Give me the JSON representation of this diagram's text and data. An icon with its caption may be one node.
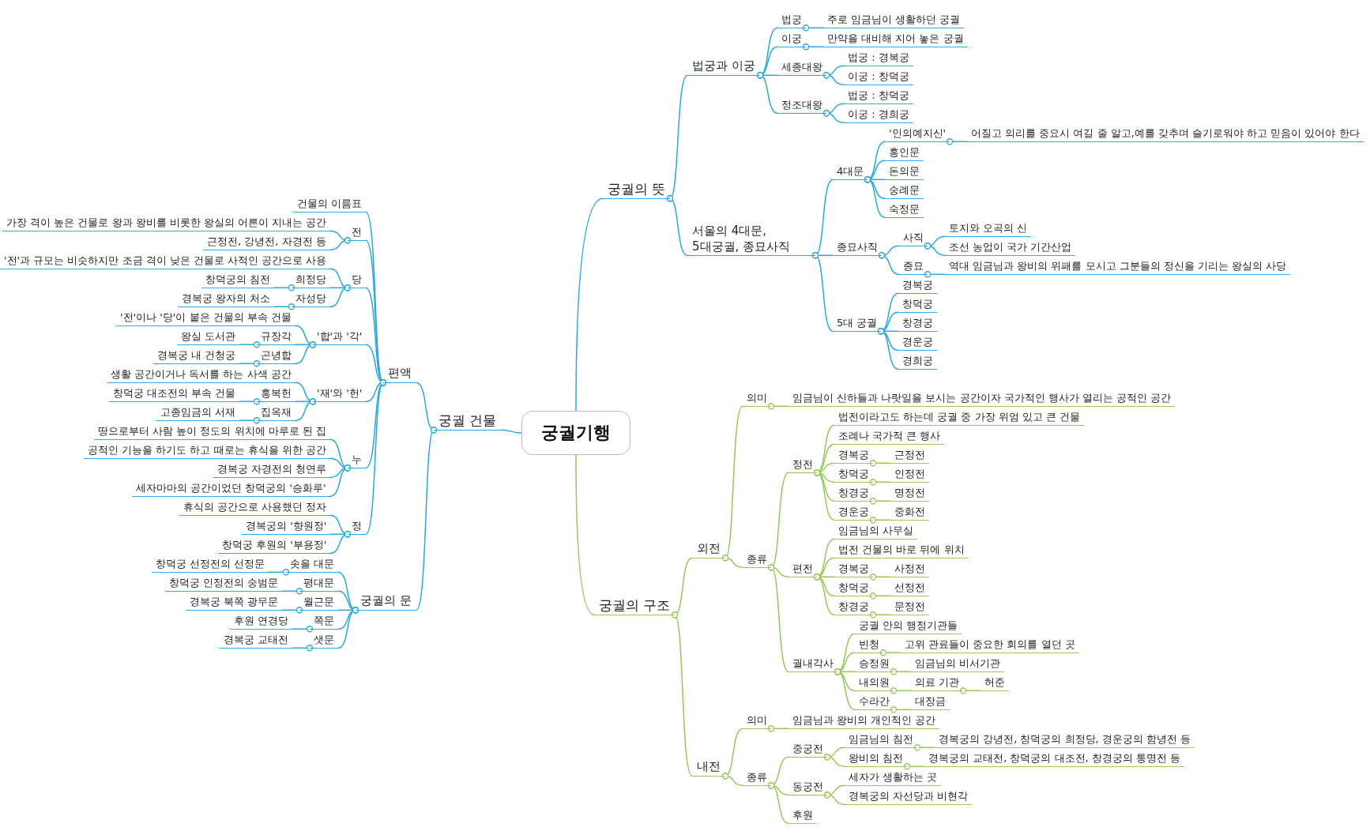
{
  "diagram": {
    "nodes": [
      {
        "text": [
          "궁궐기행"
        ]
      },
      {
        "text": [
          "궁궐의 뜻"
        ]
      },
      {
        "text": [
          "법궁과 이궁"
        ]
      },
      {
        "text": [
          "법궁"
        ]
      },
      {
        "text": [
          "주로 임금님이 생활하던 궁궐"
        ]
      },
      {
        "text": [
          "이궁"
        ]
      },
      {
        "text": [
          "만약을 대비해 지어 놓은 궁궐"
        ]
      },
      {
        "text": [
          "세종대왕"
        ]
      },
      {
        "text": [
          "법궁 : 경복궁"
        ]
      },
      {
        "text": [
          "이궁 : 창덕궁"
        ]
      },
      {
        "text": [
          "정조대왕"
        ]
      },
      {
        "text": [
          "법궁 : 창덕궁"
        ]
      },
      {
        "text": [
          "이궁 : 경희궁"
        ]
      },
      {
        "text": [
          "서울의 4대문, 5대궁궐, 종묘사직"
        ]
      },
      {
        "text": [
          "4대문"
        ]
      },
      {
        "text": [
          "'인의예지신'"
        ]
      },
      {
        "text": [
          "어질고 의리를 중요시 여길 줄 알고,예를 갖추며 슬기로워야 하고 믿음이 있어야 한다"
        ]
      },
      {
        "text": [
          "흥인문"
        ]
      },
      {
        "text": [
          "돈의문"
        ]
      },
      {
        "text": [
          "숭례문"
        ]
      },
      {
        "text": [
          "숙정문"
        ]
      },
      {
        "text": [
          "종묘사직"
        ]
      },
      {
        "text": [
          "사직"
        ]
      },
      {
        "text": [
          "토지와 오곡의 신"
        ]
      },
      {
        "text": [
          "조선 농업이 국가 기간산업"
        ]
      },
      {
        "text": [
          "종묘"
        ]
      },
      {
        "text": [
          "역대 임금님과 왕비의 위패를 모시고 그분들의 정신을 기리는 왕실의 사당"
        ]
      },
      {
        "text": [
          "5대 궁궐"
        ]
      },
      {
        "text": [
          "경복궁"
        ]
      },
      {
        "text": [
          "창덕궁"
        ]
      },
      {
        "text": [
          "창경궁"
        ]
      },
      {
        "text": [
          "경운궁"
        ]
      },
      {
        "text": [
          "경희궁"
        ]
      },
      {
        "text": [
          "궁궐의 구조"
        ]
      },
      {
        "text": [
          "외전"
        ]
      },
      {
        "text": [
          "의미"
        ]
      },
      {
        "text": [
          "임금님이 신하들과 나랏일을 보시는 공간이자 국가적인 행사가 열리는 공적인 공간"
        ]
      },
      {
        "text": [
          "종류"
        ]
      },
      {
        "text": [
          "정전"
        ]
      },
      {
        "text": [
          "법전이라고도 하는데 궁궐 중 가장 위엄 있고 큰 건물"
        ]
      },
      {
        "text": [
          "조례나 국가적 큰 행사"
        ]
      },
      {
        "text": [
          "경복궁"
        ]
      },
      {
        "text": [
          "근정전"
        ]
      },
      {
        "text": [
          "창덕궁"
        ]
      },
      {
        "text": [
          "인정전"
        ]
      },
      {
        "text": [
          "창경궁"
        ]
      },
      {
        "text": [
          "명정전"
        ]
      },
      {
        "text": [
          "경운궁"
        ]
      },
      {
        "text": [
          "중화전"
        ]
      },
      {
        "text": [
          "편전"
        ]
      },
      {
        "text": [
          "임금님의 사무실"
        ]
      },
      {
        "text": [
          "법전 건물의 바로 뒤에 위치"
        ]
      },
      {
        "text": [
          "경복궁"
        ]
      },
      {
        "text": [
          "사정전"
        ]
      },
      {
        "text": [
          "창덕궁"
        ]
      },
      {
        "text": [
          "선정전"
        ]
      },
      {
        "text": [
          "창경궁"
        ]
      },
      {
        "text": [
          "문정전"
        ]
      },
      {
        "text": [
          "궐내각사"
        ]
      },
      {
        "text": [
          "궁궐 안의 행정기관들"
        ]
      },
      {
        "text": [
          "빈청"
        ]
      },
      {
        "text": [
          "고위 관료들이 중요한 회의를 열던 곳"
        ]
      },
      {
        "text": [
          "승정원"
        ]
      },
      {
        "text": [
          "임금님의 비서기관"
        ]
      },
      {
        "text": [
          "내의원"
        ]
      },
      {
        "text": [
          "의료 기관"
        ]
      },
      {
        "text": [
          "허준"
        ]
      },
      {
        "text": [
          "수라간"
        ]
      },
      {
        "text": [
          "대장금"
        ]
      },
      {
        "text": [
          "내전"
        ]
      },
      {
        "text": [
          "의미"
        ]
      },
      {
        "text": [
          "임금님과 왕비의 개인적인 공간"
        ]
      },
      {
        "text": [
          "종류"
        ]
      },
      {
        "text": [
          "중궁전"
        ]
      },
      {
        "text": [
          "임금님의 침전"
        ]
      },
      {
        "text": [
          "경복궁의 강녕전, 창덕궁의 희정당, 경운궁의 함녕전 등"
        ]
      },
      {
        "text": [
          "왕비의 침전"
        ]
      },
      {
        "text": [
          "경복궁의 교태전, 창덕궁의 대조전, 창경궁의 통명전 등"
        ]
      },
      {
        "text": [
          "동궁전"
        ]
      },
      {
        "text": [
          "세자가 생활하는 곳"
        ]
      },
      {
        "text": [
          "경복궁의 자선당과 비현각"
        ]
      },
      {
        "text": [
          "후원"
        ]
      },
      {
        "text": [
          "궁궐 건물"
        ]
      },
      {
        "text": [
          "편액"
        ]
      },
      {
        "text": [
          "건물의 이름표"
        ]
      },
      {
        "text": [
          "전"
        ]
      },
      {
        "text": [
          "가장 격이 높은 건물로 왕과 왕비를 비롯한 왕실의 어른이 지내는 공간"
        ]
      },
      {
        "text": [
          "근정전, 강녕전, 자경전 등"
        ]
      },
      {
        "text": [
          "당"
        ]
      },
      {
        "text": [
          "'전'과 규모는 비슷하지만 조금 격이 낮은 건물로 사적인 공간으로 사용"
        ]
      },
      {
        "text": [
          "희정당"
        ]
      },
      {
        "text": [
          "창덕궁의 침전"
        ]
      },
      {
        "text": [
          "자성당"
        ]
      },
      {
        "text": [
          "경복궁 왕자의 처소"
        ]
      },
      {
        "text": [
          "'합'과 '각'"
        ]
      },
      {
        "text": [
          "'전'이나 '당'이 붙은 건물의 부속 건물"
        ]
      },
      {
        "text": [
          "규장각"
        ]
      },
      {
        "text": [
          "왕실 도서관"
        ]
      },
      {
        "text": [
          "곤녕합"
        ]
      },
      {
        "text": [
          "경복궁 내 건청궁"
        ]
      },
      {
        "text": [
          "'재'와 '헌'"
        ]
      },
      {
        "text": [
          "생활 공간이거나 독서를 하는 사색 공간"
        ]
      },
      {
        "text": [
          "흥복헌"
        ]
      },
      {
        "text": [
          "창덕궁 대조전의 부속 건물"
        ]
      },
      {
        "text": [
          "집옥재"
        ]
      },
      {
        "text": [
          "고종임금의 서재"
        ]
      },
      {
        "text": [
          "누"
        ]
      },
      {
        "text": [
          "땅으로부터 사람 높이 정도의 위치에 마루로 된 집"
        ]
      },
      {
        "text": [
          "공적인 기능을 하기도 하고 때로는 휴식을 위한 공간"
        ]
      },
      {
        "text": [
          "경복궁 자경전의 청연루"
        ]
      },
      {
        "text": [
          "세자마마의 공간이었던 창덕궁의 '승화루'"
        ]
      },
      {
        "text": [
          "정"
        ]
      },
      {
        "text": [
          "휴식의 공간으로 사용했던 정자"
        ]
      },
      {
        "text": [
          "경복궁의 '향원정'"
        ]
      },
      {
        "text": [
          "창덕궁 후원의 '부용정'"
        ]
      },
      {
        "text": [
          "궁궐의 문"
        ]
      },
      {
        "text": [
          "솟을 대문"
        ]
      },
      {
        "text": [
          "창덕궁 선정전의 선정문"
        ]
      },
      {
        "text": [
          "평대문"
        ]
      },
      {
        "text": [
          "창덕궁 인정전의 숭범문"
        ]
      },
      {
        "text": [
          "월근문"
        ]
      },
      {
        "text": [
          "경복궁 북쪽 광무문"
        ]
      },
      {
        "text": [
          "쪽문"
        ]
      },
      {
        "text": [
          "후원 연경당"
        ]
      },
      {
        "text": [
          "샛문"
        ]
      },
      {
        "text": [
          "경복궁 교태전"
        ]
      }
    ],
    "edges": [
      {
        "from": 0,
        "to": 1,
        "arrow": "none"
      },
      {
        "from": 1,
        "to": 2,
        "arrow": "other"
      },
      {
        "from": 2,
        "to": 3,
        "arrow": "other"
      },
      {
        "from": 3,
        "to": 4,
        "arrow": "other"
      },
      {
        "from": 2,
        "to": 5,
        "arrow": "other"
      },
      {
        "from": 5,
        "to": 6,
        "arrow": "other"
      },
      {
        "from": 2,
        "to": 7,
        "arrow": "other"
      },
      {
        "from": 7,
        "to": 8,
        "arrow": "other"
      },
      {
        "from": 7,
        "to": 9,
        "arrow": "other"
      },
      {
        "from": 2,
        "to": 10,
        "arrow": "other"
      },
      {
        "from": 10,
        "to": 11,
        "arrow": "other"
      },
      {
        "from": 10,
        "to": 12,
        "arrow": "other"
      },
      {
        "from": 1,
        "to": 13,
        "arrow": "other"
      },
      {
        "from": 13,
        "to": 14,
        "arrow": "other"
      },
      {
        "from": 14,
        "to": 15,
        "arrow": "other"
      },
      {
        "from": 15,
        "to": 16,
        "arrow": "other"
      },
      {
        "from": 14,
        "to": 17,
        "arrow": "other"
      },
      {
        "from": 14,
        "to": 18,
        "arrow": "other"
      },
      {
        "from": 14,
        "to": 19,
        "arrow": "other"
      },
      {
        "from": 14,
        "to": 20,
        "arrow": "other"
      },
      {
        "from": 13,
        "to": 21,
        "arrow": "other"
      },
      {
        "from": 21,
        "to": 22,
        "arrow": "other"
      },
      {
        "from": 22,
        "to": 23,
        "arrow": "other"
      },
      {
        "from": 22,
        "to": 24,
        "arrow": "other"
      },
      {
        "from": 21,
        "to": 25,
        "arrow": "other"
      },
      {
        "from": 25,
        "to": 26,
        "arrow": "other"
      },
      {
        "from": 13,
        "to": 27,
        "arrow": "other"
      },
      {
        "from": 27,
        "to": 28,
        "arrow": "other"
      },
      {
        "from": 27,
        "to": 29,
        "arrow": "other"
      },
      {
        "from": 27,
        "to": 30,
        "arrow": "other"
      },
      {
        "from": 27,
        "to": 31,
        "arrow": "other"
      },
      {
        "from": 27,
        "to": 32,
        "arrow": "other"
      },
      {
        "from": 0,
        "to": 33,
        "arrow": "none",
        "color": "#97c65b"
      },
      {
        "from": 33,
        "to": 34,
        "arrow": "other",
        "color": "#97c65b"
      },
      {
        "from": 34,
        "to": 35,
        "arrow": "other",
        "color": "#97c65b"
      },
      {
        "from": 35,
        "to": 36,
        "arrow": "other",
        "color": "#97c65b"
      },
      {
        "from": 34,
        "to": 37,
        "arrow": "other",
        "color": "#97c65b"
      },
      {
        "from": 37,
        "to": 38,
        "arrow": "other",
        "color": "#97c65b"
      },
      {
        "from": 38,
        "to": 39,
        "arrow": "other",
        "color": "#97c65b"
      },
      {
        "from": 38,
        "to": 40,
        "arrow": "other",
        "color": "#97c65b"
      },
      {
        "from": 38,
        "to": 41,
        "arrow": "other",
        "color": "#97c65b"
      },
      {
        "from": 41,
        "to": 42,
        "arrow": "other",
        "color": "#97c65b"
      },
      {
        "from": 38,
        "to": 43,
        "arrow": "other",
        "color": "#97c65b"
      },
      {
        "from": 43,
        "to": 44,
        "arrow": "other",
        "color": "#97c65b"
      },
      {
        "from": 38,
        "to": 45,
        "arrow": "other",
        "color": "#97c65b"
      },
      {
        "from": 45,
        "to": 46,
        "arrow": "other",
        "color": "#97c65b"
      },
      {
        "from": 38,
        "to": 47,
        "arrow": "other",
        "color": "#97c65b"
      },
      {
        "from": 47,
        "to": 48,
        "arrow": "other",
        "color": "#97c65b"
      },
      {
        "from": 37,
        "to": 49,
        "arrow": "other",
        "color": "#97c65b"
      },
      {
        "from": 49,
        "to": 50,
        "arrow": "other",
        "color": "#97c65b"
      },
      {
        "from": 49,
        "to": 51,
        "arrow": "other",
        "color": "#97c65b"
      },
      {
        "from": 49,
        "to": 52,
        "arrow": "other",
        "color": "#97c65b"
      },
      {
        "from": 52,
        "to": 53,
        "arrow": "other",
        "color": "#97c65b"
      },
      {
        "from": 49,
        "to": 54,
        "arrow": "other",
        "color": "#97c65b"
      },
      {
        "from": 54,
        "to": 55,
        "arrow": "other",
        "color": "#97c65b"
      },
      {
        "from": 49,
        "to": 56,
        "arrow": "other",
        "color": "#97c65b"
      },
      {
        "from": 56,
        "to": 57,
        "arrow": "other",
        "color": "#97c65b"
      },
      {
        "from": 37,
        "to": 58,
        "arrow": "other",
        "color": "#97c65b"
      },
      {
        "from": 58,
        "to": 59,
        "arrow": "other",
        "color": "#97c65b"
      },
      {
        "from": 58,
        "to": 60,
        "arrow": "other",
        "color": "#97c65b"
      },
      {
        "from": 60,
        "to": 61,
        "arrow": "other",
        "color": "#97c65b"
      },
      {
        "from": 58,
        "to": 62,
        "arrow": "other",
        "color": "#97c65b"
      },
      {
        "from": 62,
        "to": 63,
        "arrow": "other",
        "color": "#97c65b"
      },
      {
        "from": 58,
        "to": 64,
        "arrow": "other",
        "color": "#97c65b"
      },
      {
        "from": 64,
        "to": 65,
        "arrow": "other",
        "color": "#97c65b"
      },
      {
        "from": 65,
        "to": 66,
        "arrow": "other",
        "color": "#97c65b"
      },
      {
        "from": 58,
        "to": 67,
        "arrow": "other",
        "color": "#97c65b"
      },
      {
        "from": 67,
        "to": 68,
        "arrow": "other",
        "color": "#97c65b"
      },
      {
        "from": 33,
        "to": 69,
        "arrow": "other",
        "color": "#97c65b"
      },
      {
        "from": 69,
        "to": 70,
        "arrow": "other",
        "color": "#97c65b"
      },
      {
        "from": 70,
        "to": 71,
        "arrow": "other",
        "color": "#97c65b"
      },
      {
        "from": 69,
        "to": 72,
        "arrow": "other",
        "color": "#97c65b"
      },
      {
        "from": 72,
        "to": 73,
        "arrow": "other",
        "color": "#97c65b"
      },
      {
        "from": 73,
        "to": 74,
        "arrow": "other",
        "color": "#97c65b"
      },
      {
        "from": 74,
        "to": 75,
        "arrow": "other",
        "color": "#97c65b"
      },
      {
        "from": 73,
        "to": 76,
        "arrow": "other",
        "color": "#97c65b"
      },
      {
        "from": 76,
        "to": 77,
        "arrow": "other",
        "color": "#97c65b"
      },
      {
        "from": 72,
        "to": 78,
        "arrow": "other",
        "color": "#97c65b"
      },
      {
        "from": 78,
        "to": 79,
        "arrow": "other",
        "color": "#97c65b"
      },
      {
        "from": 78,
        "to": 80,
        "arrow": "other",
        "color": "#97c65b"
      },
      {
        "from": 72,
        "to": 81,
        "arrow": "other",
        "color": "#97c65b"
      },
      {
        "from": 0,
        "to": 82,
        "arrow": "none"
      },
      {
        "from": 82,
        "to": 83,
        "arrow": "other"
      },
      {
        "from": 83,
        "to": 84,
        "arrow": "other"
      },
      {
        "from": 83,
        "to": 85,
        "arrow": "other"
      },
      {
        "from": 85,
        "to": 86,
        "arrow": "other"
      },
      {
        "from": 85,
        "to": 87,
        "arrow": "other"
      },
      {
        "from": 83,
        "to": 88,
        "arrow": "other"
      },
      {
        "from": 88,
        "to": 89,
        "arrow": "other"
      },
      {
        "from": 88,
        "to": 90,
        "arrow": "other"
      },
      {
        "from": 90,
        "to": 91,
        "arrow": "other"
      },
      {
        "from": 88,
        "to": 92,
        "arrow": "other"
      },
      {
        "from": 92,
        "to": 93,
        "arrow": "other"
      },
      {
        "from": 83,
        "to": 94,
        "arrow": "other"
      },
      {
        "from": 94,
        "to": 95,
        "arrow": "other"
      },
      {
        "from": 94,
        "to": 96,
        "arrow": "other"
      },
      {
        "from": 96,
        "to": 97,
        "arrow": "other"
      },
      {
        "from": 94,
        "to": 98,
        "arrow": "other"
      },
      {
        "from": 98,
        "to": 99,
        "arrow": "other"
      },
      {
        "from": 83,
        "to": 100,
        "arrow": "other"
      },
      {
        "from": 100,
        "to": 101,
        "arrow": "other"
      },
      {
        "from": 100,
        "to": 102,
        "arrow": "other"
      },
      {
        "from": 102,
        "to": 103,
        "arrow": "other"
      },
      {
        "from": 100,
        "to": 104,
        "arrow": "other"
      },
      {
        "from": 104,
        "to": 105,
        "arrow": "other"
      },
      {
        "from": 83,
        "to": 106,
        "arrow": "other"
      },
      {
        "from": 106,
        "to": 107,
        "arrow": "other"
      },
      {
        "from": 106,
        "to": 108,
        "arrow": "other"
      },
      {
        "from": 106,
        "to": 109,
        "arrow": "other"
      },
      {
        "from": 106,
        "to": 110,
        "arrow": "other"
      },
      {
        "from": 83,
        "to": 111,
        "arrow": "other"
      },
      {
        "from": 111,
        "to": 112,
        "arrow": "other"
      },
      {
        "from": 111,
        "to": 113,
        "arrow": "other"
      },
      {
        "from": 111,
        "to": 114,
        "arrow": "other"
      },
      {
        "from": 82,
        "to": 115,
        "arrow": "other"
      },
      {
        "from": 115,
        "to": 116,
        "arrow": "other"
      },
      {
        "from": 116,
        "to": 117,
        "arrow": "other"
      },
      {
        "from": 115,
        "to": 118,
        "arrow": "other"
      },
      {
        "from": 118,
        "to": 119,
        "arrow": "other"
      },
      {
        "from": 115,
        "to": 120,
        "arrow": "other"
      },
      {
        "from": 120,
        "to": 121,
        "arrow": "other"
      },
      {
        "from": 115,
        "to": 122,
        "arrow": "other"
      },
      {
        "from": 122,
        "to": 123,
        "arrow": "other"
      },
      {
        "from": 115,
        "to": 124,
        "arrow": "other"
      },
      {
        "from": 124,
        "to": 125,
        "arrow": "other"
      }
    ]
  }
}
